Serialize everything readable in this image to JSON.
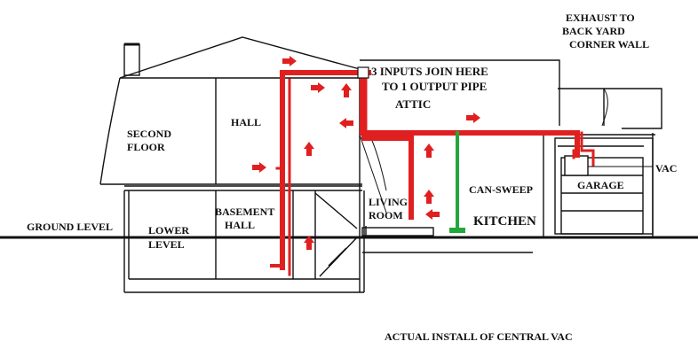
{
  "labels": {
    "exhaust": [
      "EXHAUST TO",
      "BACK YARD",
      "CORNER WALL"
    ],
    "inputs_join": "3 INPUTS JOIN HERE",
    "output_pipe": "TO 1 OUTPUT PIPE",
    "attic": "ATTIC",
    "second_floor": [
      "SECOND",
      "FLOOR"
    ],
    "hall": "HALL",
    "ground_level": "GROUND LEVEL",
    "lower_level": [
      "LOWER",
      "LEVEL"
    ],
    "basement_hall": [
      "BASEMENT",
      "HALL"
    ],
    "living_room": [
      "LIVING",
      "ROOM"
    ],
    "can_sweep": "CAN-SWEEP",
    "kitchen": "KITCHEN",
    "garage": "GARAGE",
    "vac": "VAC",
    "caption": "ACTUAL INSTALL OF CENTRAL VAC"
  },
  "colors": {
    "pipe": "#e02020",
    "sweep_pipe": "#22a83a",
    "outline": "#111111",
    "label": "#111111"
  }
}
